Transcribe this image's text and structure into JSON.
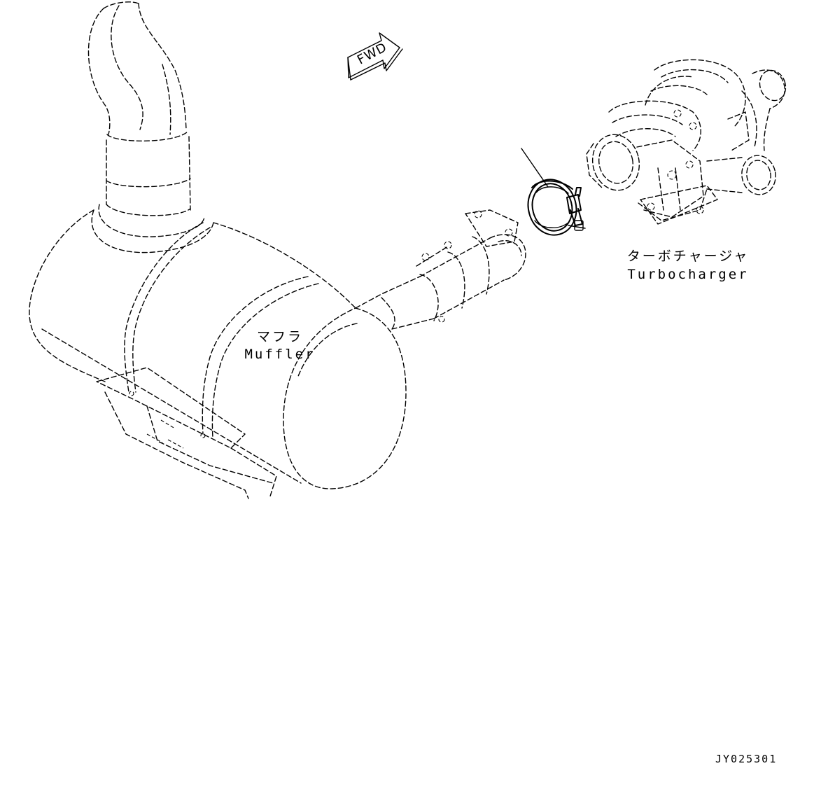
{
  "diagram": {
    "direction_arrow": {
      "label": "FWD",
      "icon": "forward-arrow-icon"
    },
    "parts": {
      "muffler": {
        "label_jp": "マフラ",
        "label_en": "Muffler",
        "style": "phantom"
      },
      "turbocharger": {
        "label_jp": "ターボチャージャ",
        "label_en": "Turbocharger",
        "style": "phantom"
      },
      "clamp": {
        "style": "solid",
        "icon": "clamp-icon"
      }
    },
    "drawing_id": "JY025301"
  }
}
